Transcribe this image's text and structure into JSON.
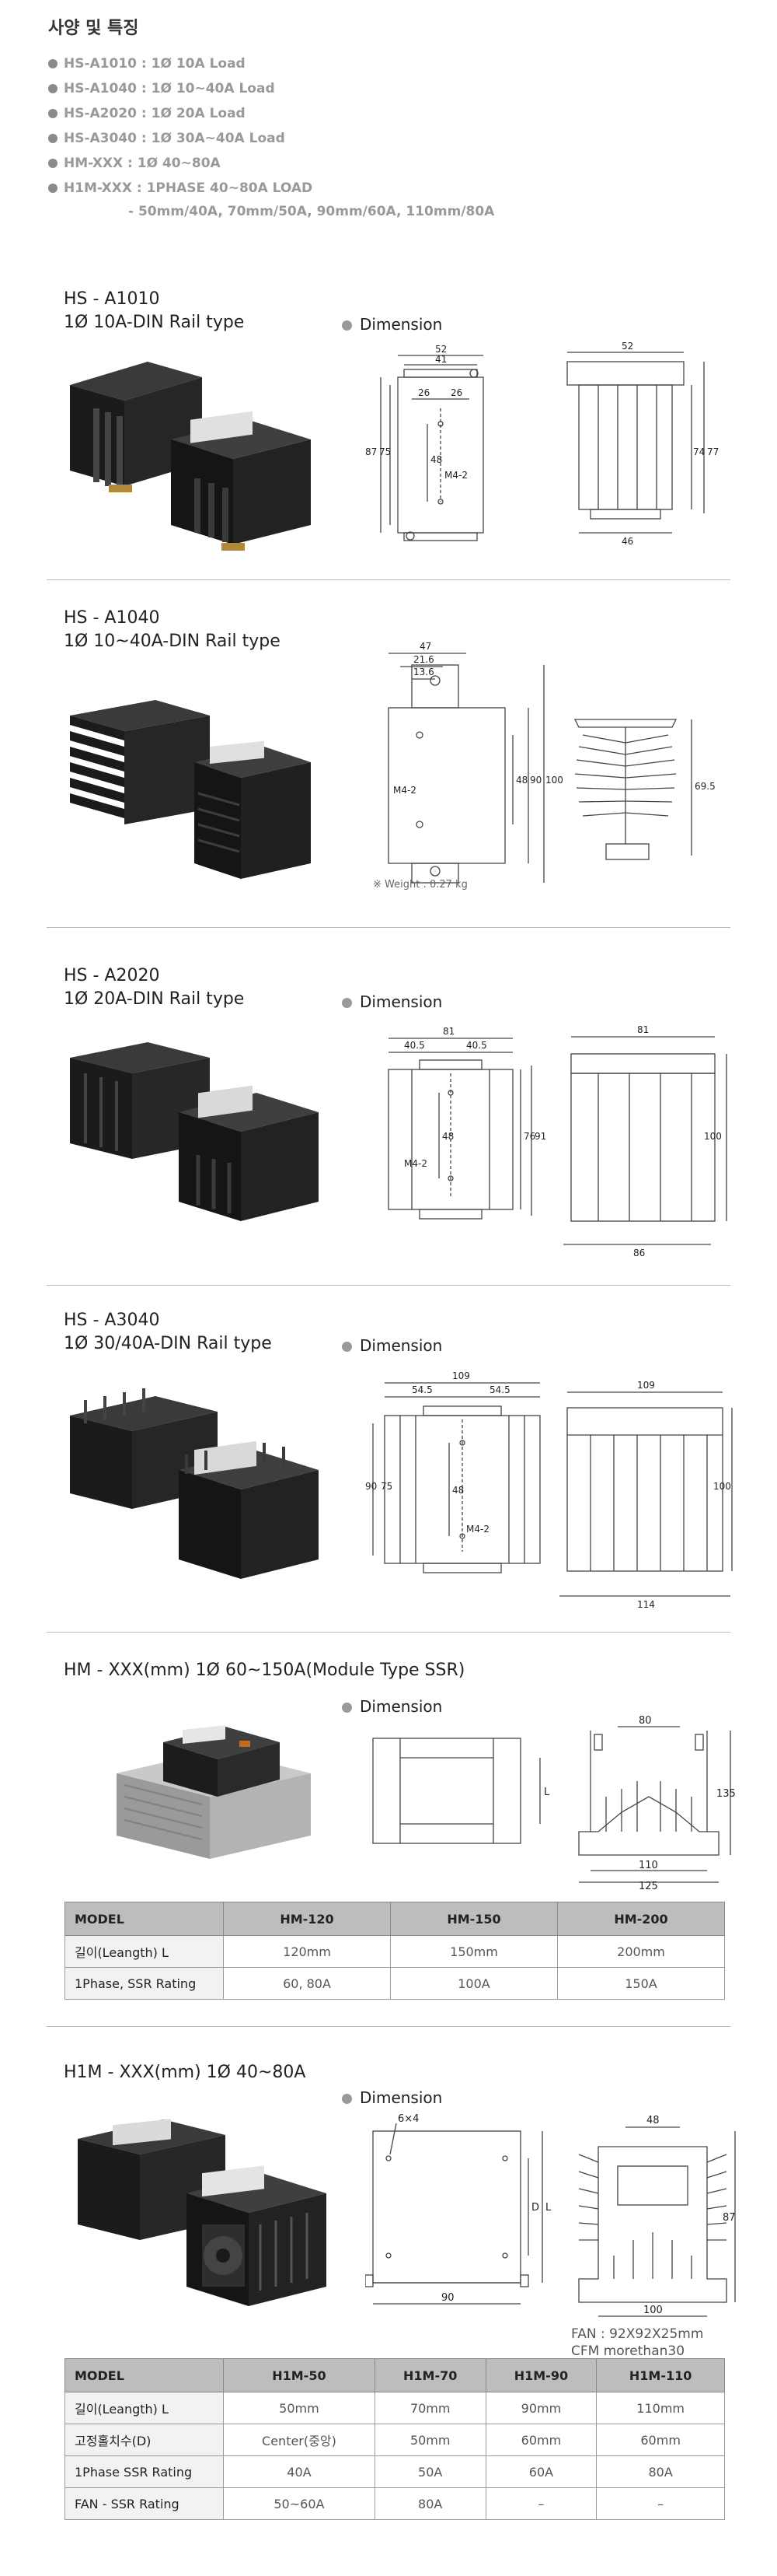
{
  "spec_title": "사양 및 특징",
  "spec_items": [
    "HS-A1010 : 1Ø 10A Load",
    "HS-A1040 : 1Ø 10~40A Load",
    "HS-A2020 : 1Ø 20A Load",
    "HS-A3040 : 1Ø  30A~40A Load",
    "HM-XXX  : 1Ø 40~80A",
    "H1M-XXX : 1PHASE 40~80A LOAD"
  ],
  "spec_sub": "- 50mm/40A, 70mm/50A, 90mm/60A, 110mm/80A",
  "dimension_label": "Dimension",
  "sections": [
    {
      "name": "HS  -  A1010",
      "sub": "1Ø  10A-DIN Rail type",
      "dims": [
        "52",
        "41",
        "26",
        "26",
        "87",
        "75",
        "48",
        "M4-2",
        "46",
        "52",
        "74",
        "77"
      ]
    },
    {
      "name": "HS  -  A1040",
      "sub": "1Ø  10~40A-DIN Rail type",
      "dims": [
        "47",
        "21.6",
        "13.6",
        "48",
        "90",
        "100",
        "M4-2",
        "69.5"
      ],
      "note": "※ Weight : 0.27 kg"
    },
    {
      "name": "HS  -  A2020",
      "sub": "1Ø  20A-DIN Rail type",
      "dims": [
        "81",
        "40.5",
        "40.5",
        "48",
        "76",
        "91",
        "M4-2",
        "81",
        "100",
        "86"
      ]
    },
    {
      "name": "HS  -  A3040",
      "sub": "1Ø  30/40A-DIN Rail type",
      "dims": [
        "109",
        "54.5",
        "54.5",
        "90",
        "75",
        "48",
        "M4-2",
        "109",
        "100",
        "114"
      ]
    },
    {
      "name": "HM  -  XXX(mm)   1Ø 60~150A(Module Type SSR)",
      "dims": [
        "L",
        "80",
        "135",
        "110",
        "125"
      ]
    },
    {
      "name": "H1M  -  XXX(mm)   1Ø  40~80A",
      "dims": [
        "6×4",
        "D",
        "L",
        "90",
        "48",
        "87",
        "100"
      ]
    }
  ],
  "hm_table": {
    "headers": [
      "MODEL",
      "HM-120",
      "HM-150",
      "HM-200"
    ],
    "rows": [
      [
        "길이(Leangth) L",
        "120mm",
        "150mm",
        "200mm"
      ],
      [
        "1Phase, SSR Rating",
        "60, 80A",
        "100A",
        "150A"
      ]
    ]
  },
  "h1m_fan_note": [
    "FAN : 92X92X25mm",
    "CFM   morethan30"
  ],
  "h1m_table": {
    "headers": [
      "MODEL",
      "H1M-50",
      "H1M-70",
      "H1M-90",
      "H1M-110"
    ],
    "rows": [
      [
        "길이(Leangth) L",
        "50mm",
        "70mm",
        "90mm",
        "110mm"
      ],
      [
        "고정홀치수(D)",
        "Center(중앙)",
        "50mm",
        "60mm",
        "60mm"
      ],
      [
        "1Phase SSR Rating",
        "40A",
        "50A",
        "60A",
        "80A"
      ],
      [
        "FAN - SSR Rating",
        "50~60A",
        "80A",
        "–",
        "–"
      ]
    ]
  },
  "colors": {
    "heatsink": "#1b1b1b",
    "line": "#444444",
    "rule": "#bbbbbb",
    "header_bg": "#bdbdbd"
  }
}
